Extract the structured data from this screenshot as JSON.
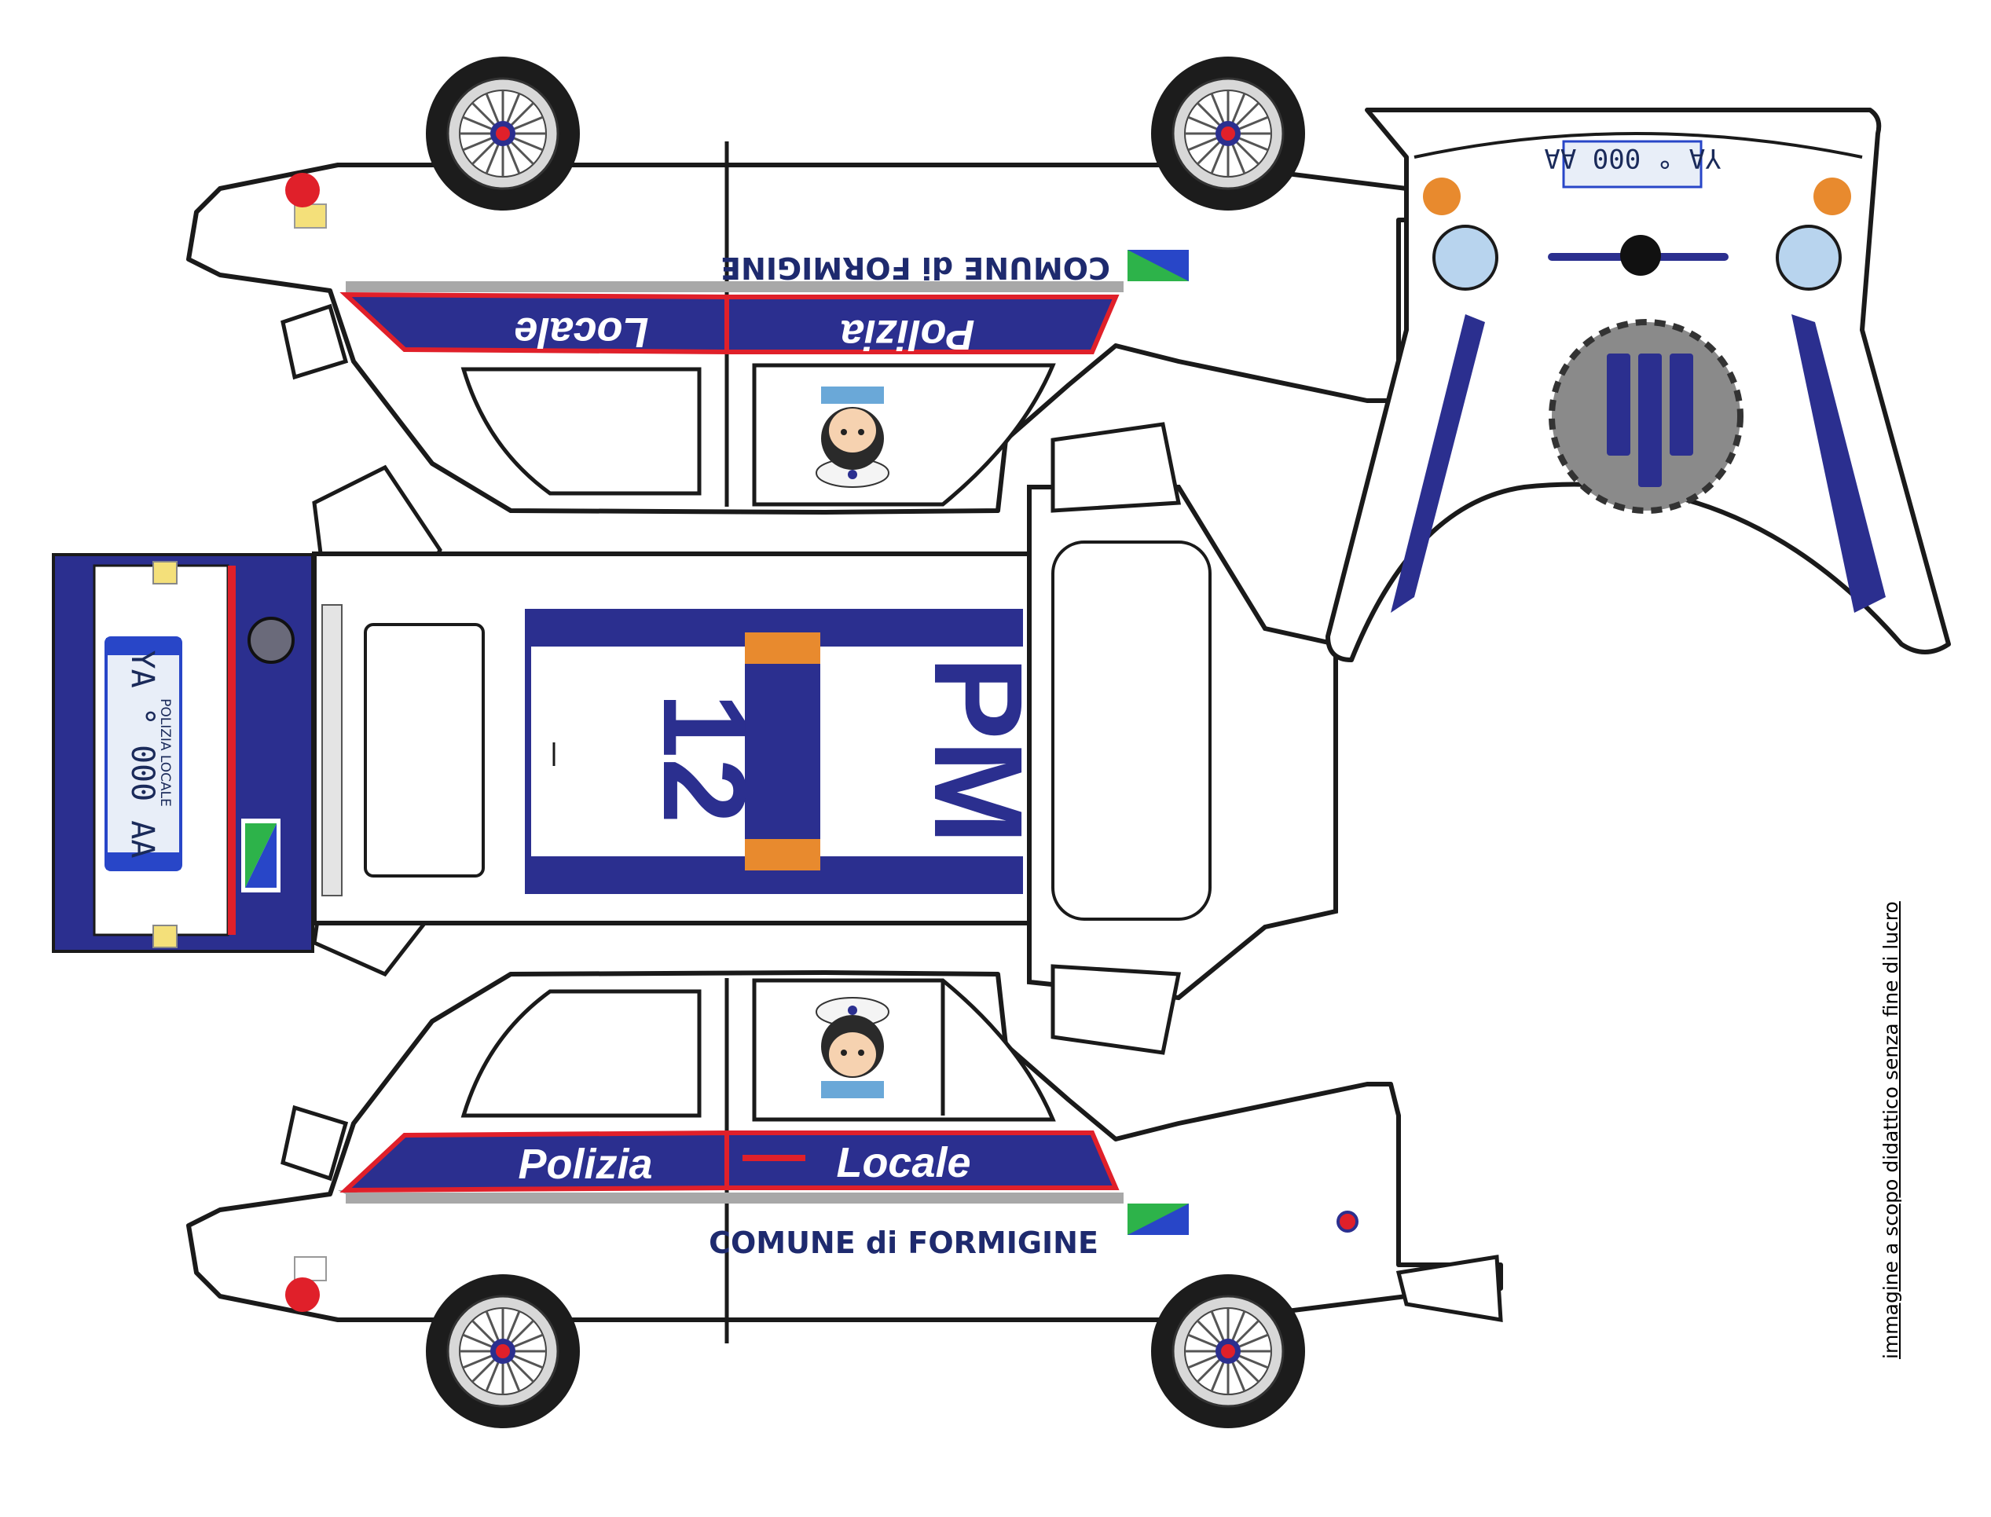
{
  "texts": {
    "polizia": "Polizia",
    "locale": "Locale",
    "comune": "COMUNE di FORMIGINE",
    "pm": "PM",
    "number": "12",
    "plate_top": "POLIZIA LOCALE",
    "plate_number": "YA ° 000 AA",
    "disclaimer": "immagine a scopo didattico senza fine di lucro"
  },
  "colors": {
    "stripe_blue": "#2b2f8f",
    "stripe_red": "#e0202a",
    "stripe_gray": "#a8a8a8",
    "outline": "#1a1a1a",
    "amber": "#e88a2e",
    "headlight": "#b8d4ee",
    "flag_green": "#2db34a",
    "flag_blue": "#2846c8"
  },
  "icons": [
    "wheel-icon",
    "police-officer-icon",
    "emblem-icon",
    "regional-flag-icon",
    "license-plate-icon"
  ]
}
